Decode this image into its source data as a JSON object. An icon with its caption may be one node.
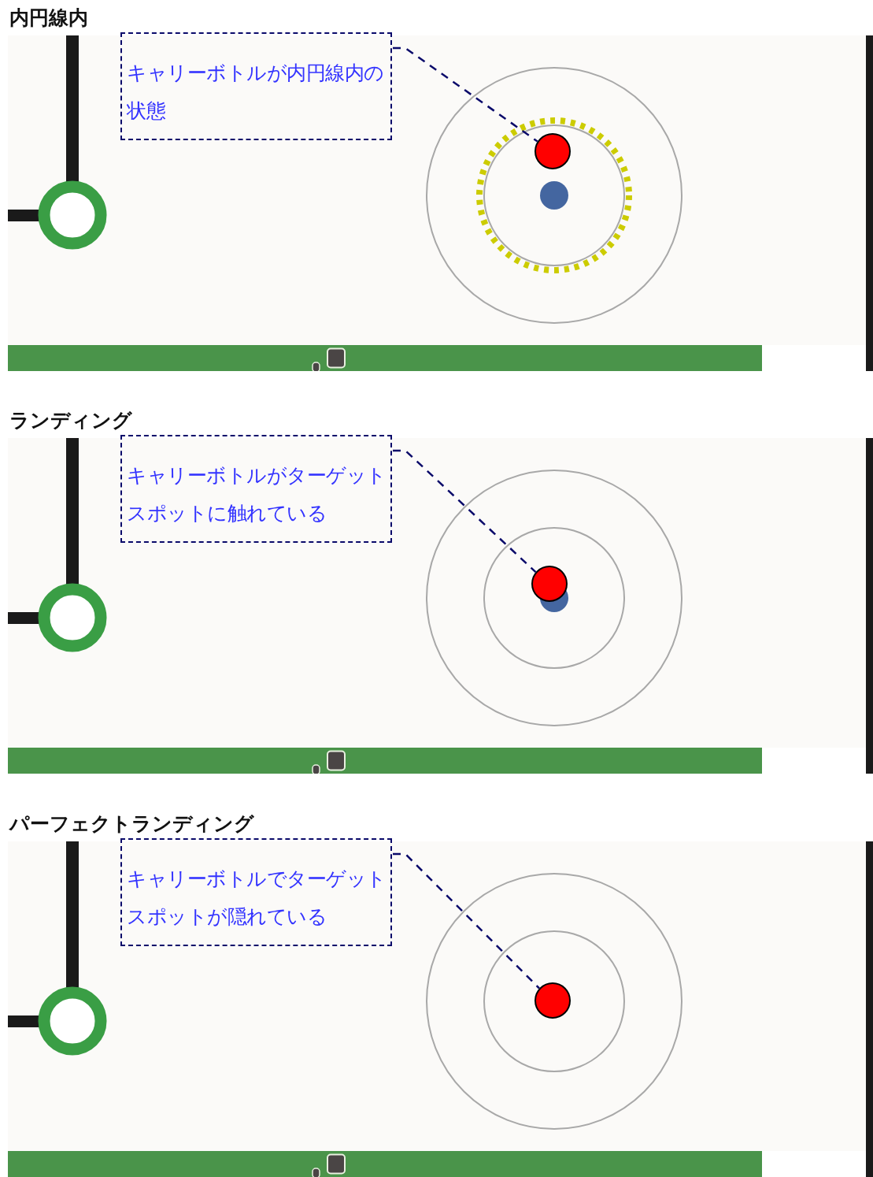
{
  "diagram": {
    "nodes": [
      {
        "text": [
          "キャリーボトルが内円線内の状態"
        ]
      },
      {
        "text": [],
        "shape": "circle"
      },
      {
        "text": [
          "キャリーボトルがターゲットスポットに触れている"
        ]
      },
      {
        "text": [],
        "shape": "circle"
      },
      {
        "text": [
          "キャリーボトルでターゲットスポットが隠れている"
        ]
      },
      {
        "text": [],
        "shape": "circle"
      }
    ],
    "edges": [
      {
        "from": 0,
        "to": 1,
        "arrow": "none",
        "style": "dashed"
      },
      {
        "from": 2,
        "to": 3,
        "arrow": "none",
        "style": "dashed"
      },
      {
        "from": 4,
        "to": 5,
        "arrow": "none",
        "style": "dashed"
      }
    ],
    "labels": [
      "内円線内",
      "ランディング",
      "パーフェクトランディング"
    ]
  }
}
